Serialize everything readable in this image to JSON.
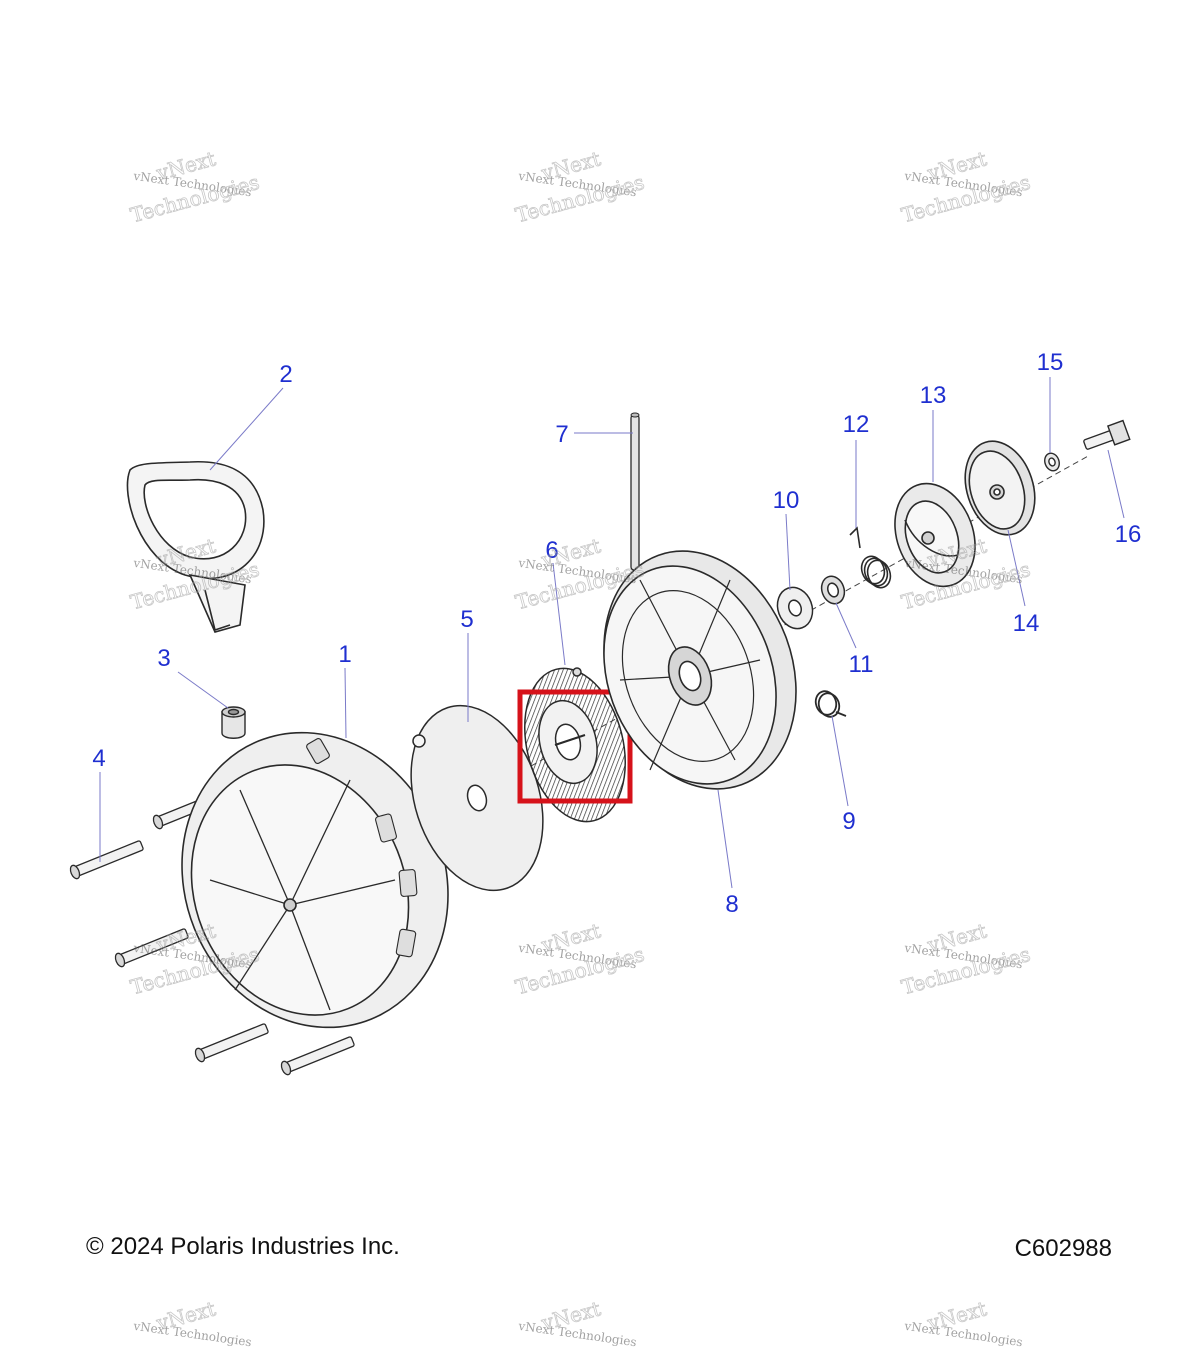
{
  "diagram": {
    "callouts": [
      "1",
      "2",
      "3",
      "4",
      "5",
      "6",
      "7",
      "8",
      "9",
      "10",
      "11",
      "12",
      "13",
      "14",
      "15",
      "16"
    ],
    "highlight_part": "6",
    "colors": {
      "callout": "#1f2fd0",
      "leader": "#7a7ac8",
      "highlight": "#d6121a",
      "line": "#2a2a2a",
      "watermark": "#9a9a9a"
    }
  },
  "watermark": {
    "line1": "vNext",
    "line2": "vNext Technologies",
    "line3": "Technologies"
  },
  "footer": {
    "copyright": "© 2024 Polaris Industries Inc.",
    "diagram_code": "C602988"
  }
}
